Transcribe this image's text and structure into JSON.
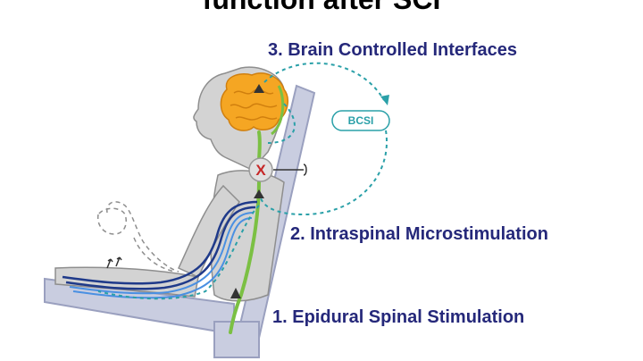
{
  "title": "function after SCI",
  "labels": {
    "brain": "3. Brain Controlled Interfaces",
    "intraspinal": "2. Intraspinal Microstimulation",
    "epidural": "1. Epidural Spinal Stimulation"
  },
  "bcsi_label": "BCSI",
  "injury_mark": "X",
  "colors": {
    "label_text": "#25287a",
    "brain": "#f5a623",
    "spinal_cord": "#7bc043",
    "dashed_loop": "#2aa0a8",
    "nerves_dark": "#1f3a8a",
    "nerves_light": "#4a90e2",
    "injury": "#c62828",
    "chair": "#c9cde0",
    "body": "#cfcfcf"
  }
}
